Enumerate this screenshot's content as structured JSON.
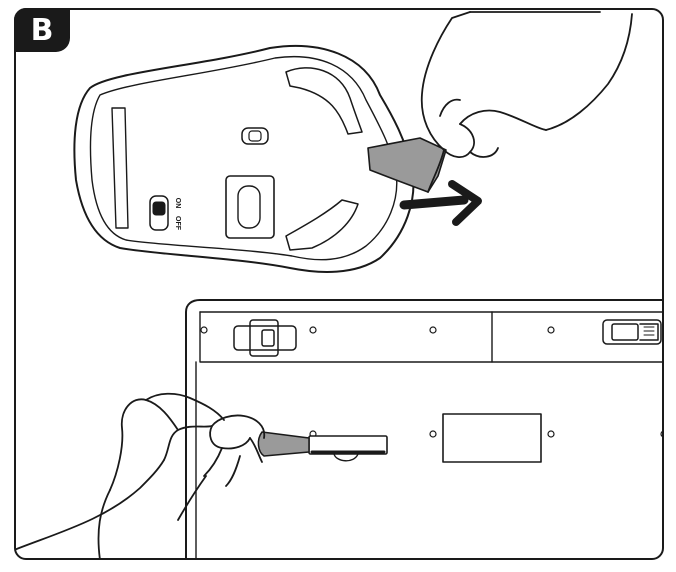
{
  "step": {
    "label": "B"
  },
  "switch": {
    "on_label": "ON",
    "off_label": "OFF"
  },
  "colors": {
    "line": "#1a1a1a",
    "tab": "#9a9a9a",
    "arrow": "#1a1a1a",
    "background": "#ffffff"
  },
  "icons": {
    "arrow": "arrow-right-icon",
    "usb_receiver": "usb-receiver-icon"
  }
}
